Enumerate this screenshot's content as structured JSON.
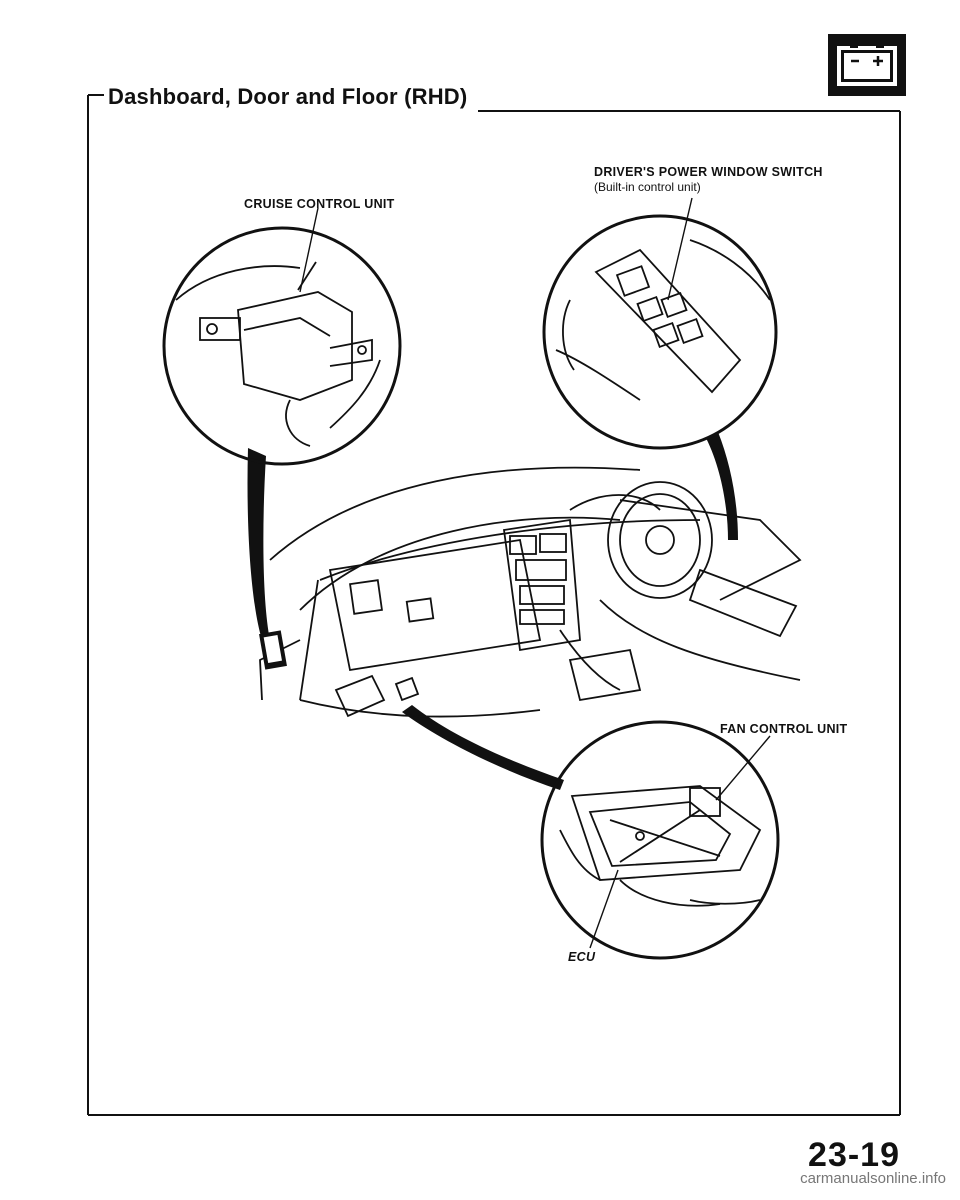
{
  "page": {
    "title": "Dashboard, Door and Floor (RHD)",
    "page_number": "23-19",
    "watermark": "carmanualsonline.info"
  },
  "labels": {
    "cruise_control_unit": "CRUISE CONTROL UNIT",
    "drivers_power_window_switch": "DRIVER'S POWER WINDOW SWITCH",
    "built_in_control_unit": "(Built-in control unit)",
    "fan_control_unit": "FAN CONTROL UNIT",
    "ecu": "ECU"
  },
  "icons": {
    "section": "battery-icon"
  }
}
